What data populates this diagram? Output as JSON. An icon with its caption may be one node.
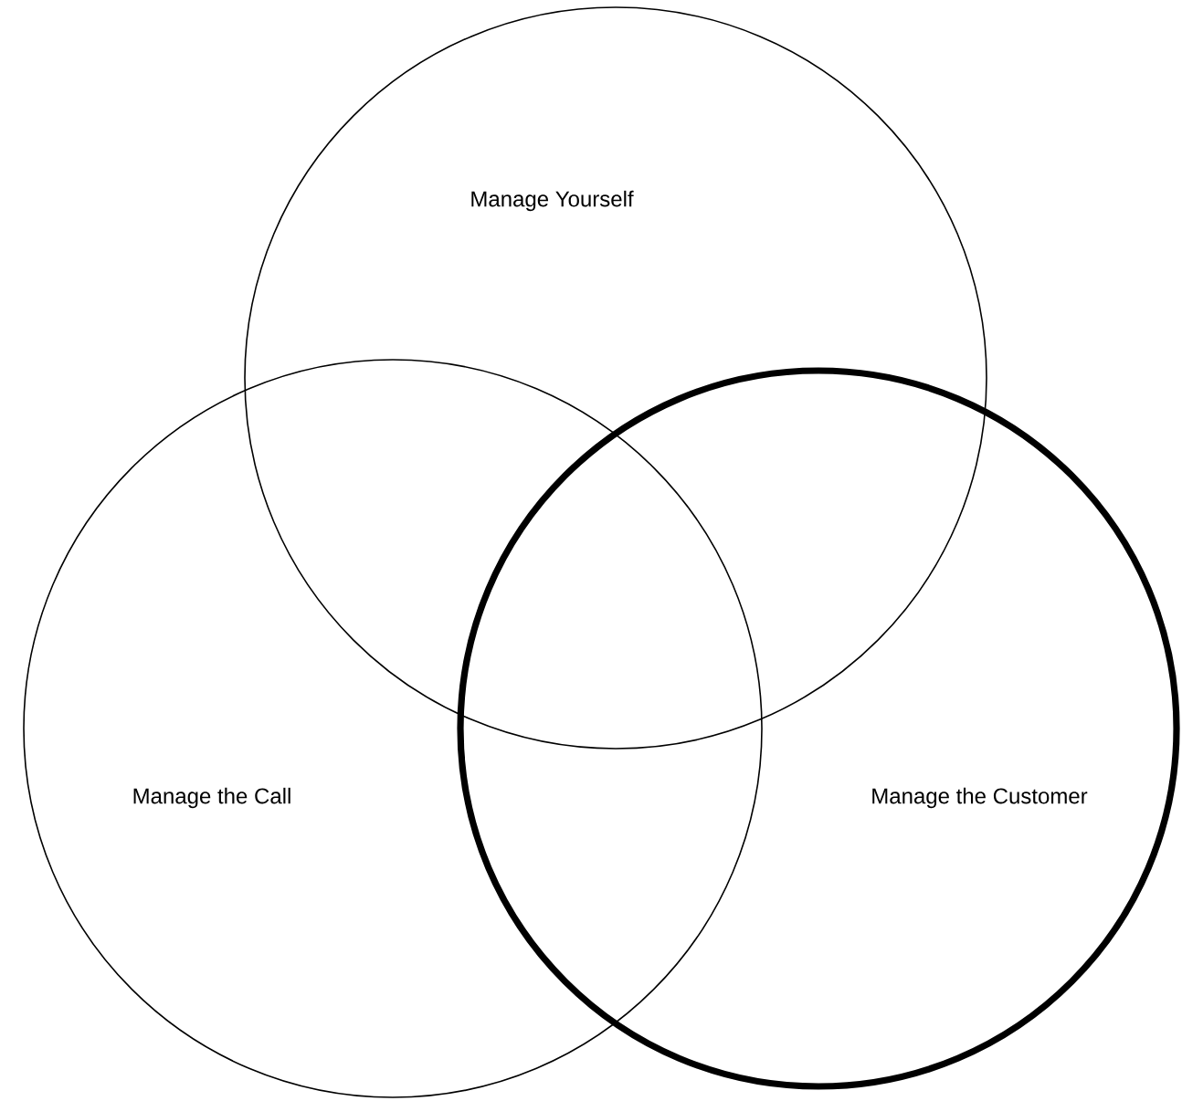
{
  "diagram": {
    "nodes": [
      {
        "text": [
          "Manage Yourself"
        ]
      },
      {
        "text": [
          "Manage the Call"
        ]
      },
      {
        "text": [
          "Manage the Customer"
        ]
      }
    ]
  }
}
